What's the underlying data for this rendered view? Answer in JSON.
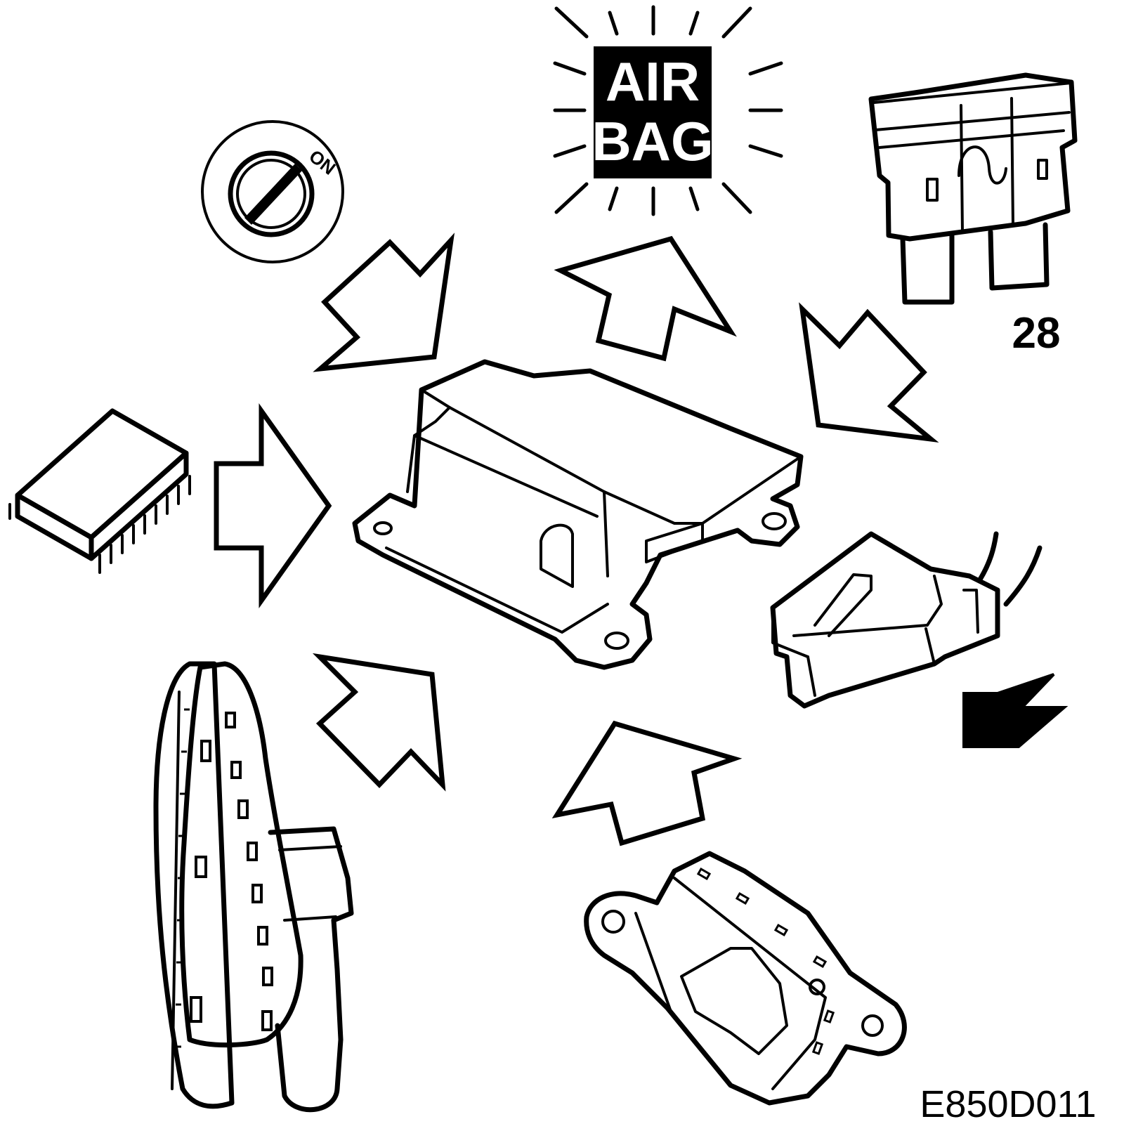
{
  "warning_lamp": {
    "line1": "AIR",
    "line2": "BAG"
  },
  "ignition": {
    "label": "ON"
  },
  "fuse": {
    "number": "28"
  },
  "figure": {
    "code": "E850D011"
  }
}
